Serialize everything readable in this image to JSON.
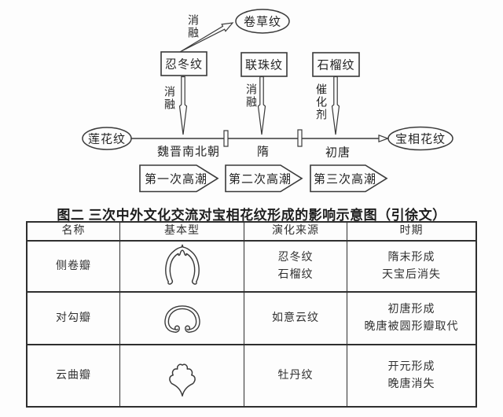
{
  "colors": {
    "line": "#3a3a3a",
    "text": "#242424",
    "background": "#fdfdfd"
  },
  "diagram": {
    "top_ellipse_label": "卷草纹",
    "diagonal_arrow_label": "消融",
    "boxes": [
      {
        "label": "忍冬纹",
        "arrow_label": "消融"
      },
      {
        "label": "联珠纹",
        "arrow_label": "消融"
      },
      {
        "label": "石榴纹",
        "arrow_label": "催化剂"
      }
    ],
    "timeline": {
      "start_ellipse_label": "莲花纹",
      "end_ellipse_label": "宝相花纹",
      "periods": [
        "魏晋南北朝",
        "隋",
        "初唐"
      ]
    },
    "waves": [
      "第一次高潮",
      "第二次高潮",
      "第三次高潮"
    ],
    "caption": "图二  三次中外文化交流对宝相花纹形成的影响示意图（引徐文）"
  },
  "table": {
    "headers": [
      "名称",
      "基本型",
      "演化来源",
      "时期"
    ],
    "rows": [
      {
        "name": "侧卷瓣",
        "icon": "side-curl-petal",
        "source_line1": "忍冬纹",
        "source_line2": "石榴纹",
        "period_line1": "隋末形成",
        "period_line2": "天宝后消失"
      },
      {
        "name": "对勾瓣",
        "icon": "paired-hook-petal",
        "source_line1": "如意云纹",
        "source_line2": "",
        "period_line1": "初唐形成",
        "period_line2": "晚唐被圆形瓣取代"
      },
      {
        "name": "云曲瓣",
        "icon": "cloud-curve-petal",
        "source_line1": "牡丹纹",
        "source_line2": "",
        "period_line1": "开元形成",
        "period_line2": "晚唐消失"
      }
    ]
  }
}
